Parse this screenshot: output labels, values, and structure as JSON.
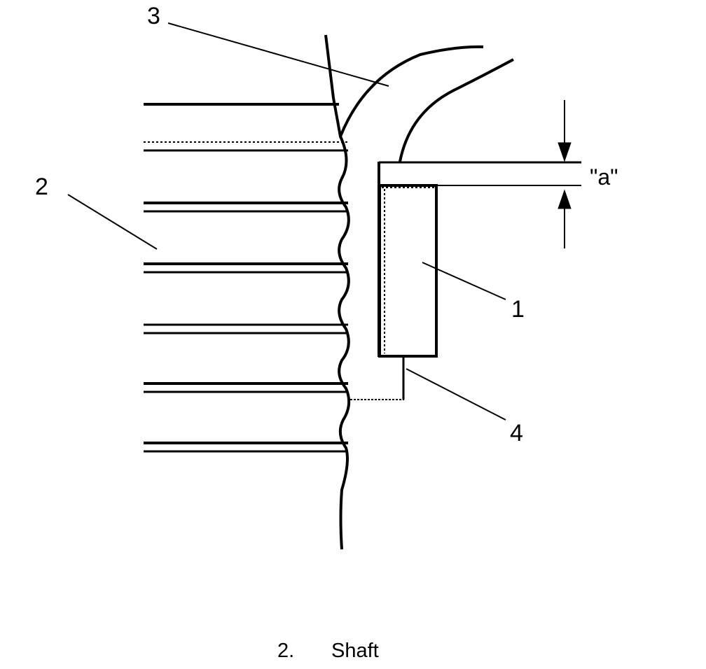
{
  "callouts": {
    "part_1": "1",
    "part_2": "2",
    "part_3": "3",
    "part_4": "4"
  },
  "dimension": {
    "label": "\"a\""
  },
  "caption": {
    "number": "2.",
    "text": "Shaft"
  },
  "colors": {
    "ink": "#000000",
    "background": "#ffffff"
  }
}
